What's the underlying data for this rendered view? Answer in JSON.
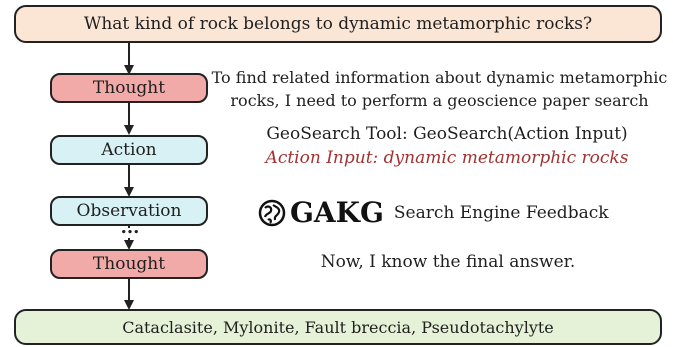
{
  "question": "What kind of rock belongs to dynamic metamorphic rocks?",
  "steps": {
    "thought1": "Thought",
    "action": "Action",
    "observation": "Observation",
    "ellipsis": "...",
    "thought2": "Thought"
  },
  "thought1_text": {
    "line1": "To find related information about dynamic metamorphic",
    "line2": "rocks, I need to perform a geoscience paper search"
  },
  "action_text": {
    "tool": "GeoSearch Tool: GeoSearch(Action Input)",
    "input": "Action Input: dynamic metamorphic rocks"
  },
  "observation_text": {
    "logo": "GAKG",
    "feedback": "Search Engine Feedback"
  },
  "thought2_text": "Now, I know the final answer.",
  "answer": "Cataclasite, Mylonite, Fault breccia, Pseudotachylyte",
  "colors": {
    "question_bg": "#fbe6d6",
    "thought_bg": "#f2aaa9",
    "action_bg": "#d8f1f4",
    "answer_bg": "#e5f2d8",
    "action_input_text": "#a23232"
  }
}
